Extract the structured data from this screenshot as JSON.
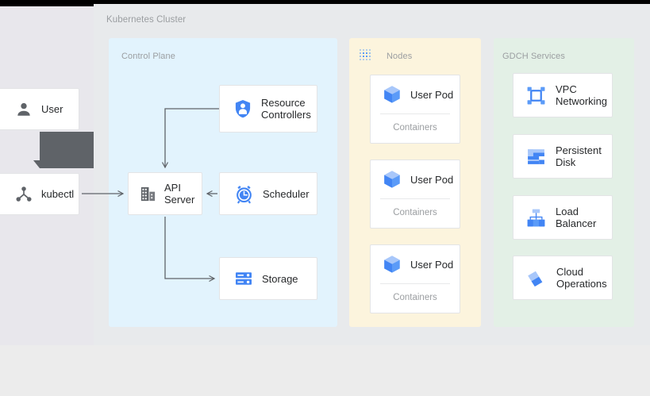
{
  "diagram": {
    "title": "Kubernetes Cluster",
    "colors": {
      "control_plane_bg": "#e2f3fd",
      "nodes_bg": "#fcf4dd",
      "gdch_bg": "#e3f0e6",
      "canvas_bg": "#e8eaec",
      "left_pane_bg": "#e8e7ec",
      "card_bg": "#ffffff",
      "icon_blue": "#4285f4",
      "icon_gray": "#5f6368",
      "label_gray": "#9b9ea1",
      "text_dark": "#27292b",
      "arrow_gray": "#5f6368",
      "tooltip_bg": "#5f6368",
      "topbar": "#000000"
    },
    "actors": [
      {
        "label": "User",
        "icon": "person-icon"
      },
      {
        "label": "kubectl",
        "icon": "node-hierarchy-icon"
      }
    ],
    "tooltip": {
      "text": "",
      "icon": "tooltip-callout"
    },
    "groups": {
      "control_plane": {
        "label": "Control Plane",
        "cards": [
          {
            "label": "Resource\nControllers",
            "icon": "shield-person-icon"
          },
          {
            "label": "API\nServer",
            "icon": "server-building-icon"
          },
          {
            "label": "Scheduler",
            "icon": "alarm-clock-icon"
          },
          {
            "label": "Storage",
            "icon": "storage-rack-icon"
          }
        ]
      },
      "nodes": {
        "label": "Nodes",
        "icon": "dotted-grid-icon",
        "pods": [
          {
            "label": "User Pod",
            "icon": "cube-icon",
            "sublabel": "Containers"
          },
          {
            "label": "User Pod",
            "icon": "cube-icon",
            "sublabel": "Containers"
          },
          {
            "label": "User Pod",
            "icon": "cube-icon",
            "sublabel": "Containers"
          }
        ]
      },
      "gdch": {
        "label": "GDCH Services",
        "cards": [
          {
            "label": "VPC\nNetworking",
            "icon": "vpc-networking-icon"
          },
          {
            "label": "Persistent\nDisk",
            "icon": "persistent-disk-icon"
          },
          {
            "label": "Load\nBalancer",
            "icon": "load-balancer-icon"
          },
          {
            "label": "Cloud\nOperations",
            "icon": "cloud-operations-icon"
          }
        ]
      }
    },
    "connections": [
      {
        "from": "kubectl",
        "to": "API Server",
        "direction": "right"
      },
      {
        "from": "Resource Controllers",
        "to": "API Server",
        "direction": "down"
      },
      {
        "from": "Scheduler",
        "to": "API Server",
        "direction": "left"
      },
      {
        "from": "API Server",
        "to": "Storage",
        "direction": "right"
      }
    ]
  }
}
